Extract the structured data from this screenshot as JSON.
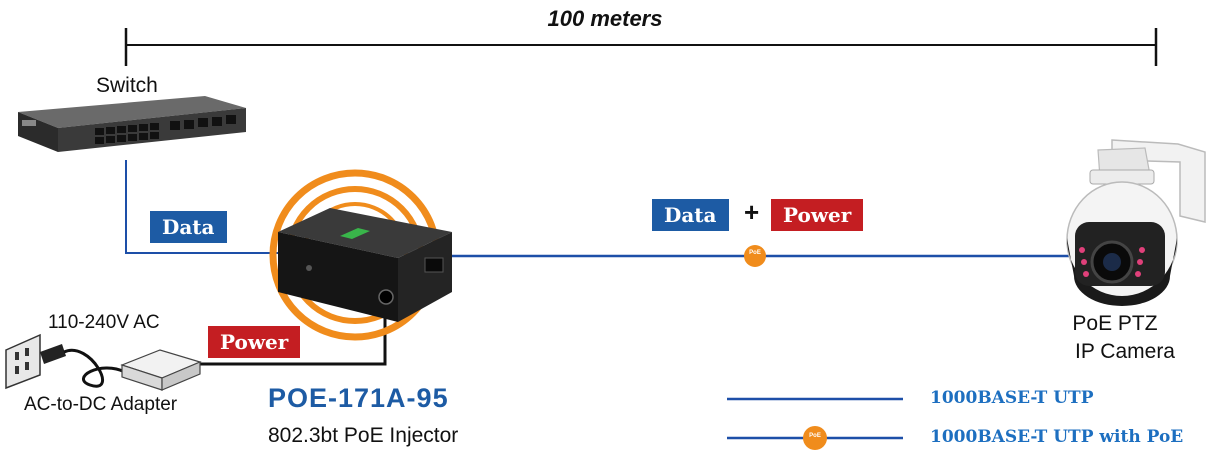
{
  "distance_label": "100 meters",
  "switch": {
    "label": "Switch"
  },
  "injector": {
    "model": "POE-171A-95",
    "description": "802.3bt PoE Injector"
  },
  "camera": {
    "label_line1": "PoE PTZ",
    "label_line2": "IP Camera"
  },
  "ac": {
    "voltage_label": "110-240V AC",
    "adapter_label": "AC-to-DC Adapter"
  },
  "tags": {
    "data": "Data",
    "data2": "Data",
    "plus": "+",
    "power": "Power",
    "power2": "Power"
  },
  "poe_marker": "PoE",
  "legend": [
    {
      "text": "1000BASE-T UTP"
    },
    {
      "text": "1000BASE-T UTP with PoE"
    }
  ],
  "colors": {
    "cable_blue": "#1d4fa8",
    "data_tag": "#1d5ba4",
    "power_tag": "#c41e22",
    "poe_orange": "#f08c1c"
  }
}
